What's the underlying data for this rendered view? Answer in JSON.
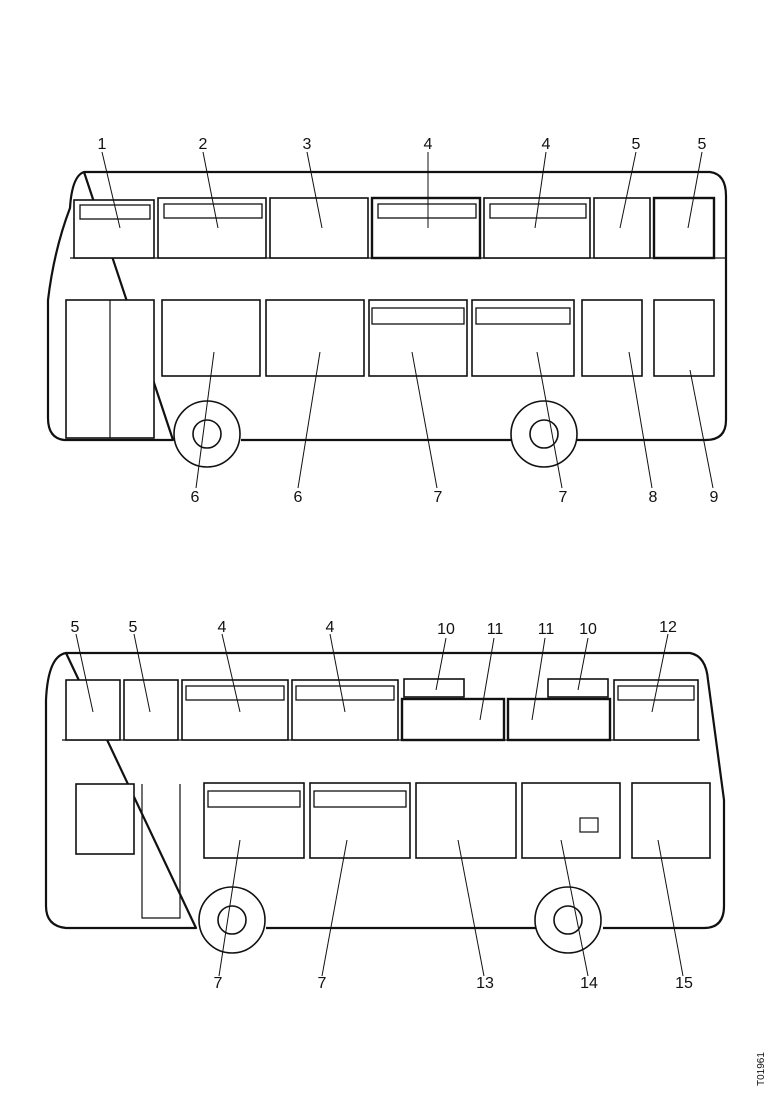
{
  "figure": {
    "reference": "T01961"
  },
  "side_view_1": {
    "callouts": [
      "1",
      "2",
      "3",
      "4",
      "4",
      "5",
      "5",
      "6",
      "6",
      "7",
      "7",
      "8",
      "9"
    ]
  },
  "side_view_2": {
    "callouts": [
      "5",
      "5",
      "4",
      "4",
      "10",
      "11",
      "11",
      "10",
      "12",
      "7",
      "7",
      "13",
      "14",
      "15"
    ]
  }
}
